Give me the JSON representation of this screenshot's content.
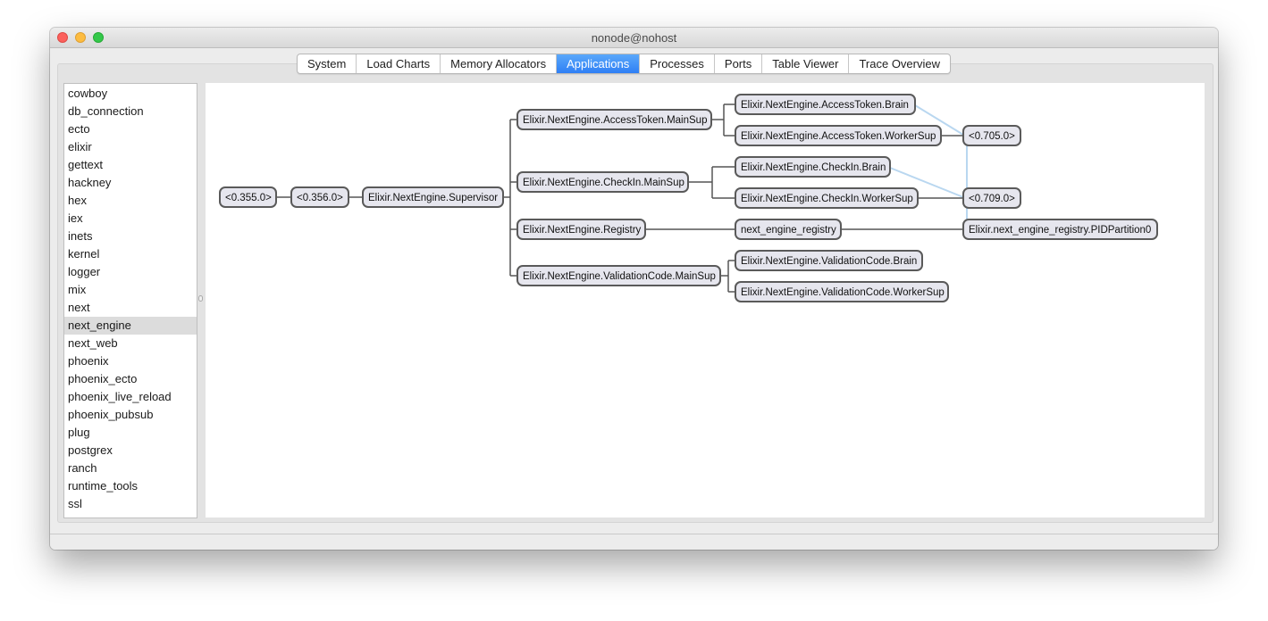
{
  "window": {
    "title": "nonode@nohost"
  },
  "tabs": [
    "System",
    "Load Charts",
    "Memory Allocators",
    "Applications",
    "Processes",
    "Ports",
    "Table Viewer",
    "Trace Overview"
  ],
  "active_tab": "Applications",
  "applications": [
    "cowboy",
    "db_connection",
    "ecto",
    "elixir",
    "gettext",
    "hackney",
    "hex",
    "iex",
    "inets",
    "kernel",
    "logger",
    "mix",
    "next",
    "next_engine",
    "next_web",
    "phoenix",
    "phoenix_ecto",
    "phoenix_live_reload",
    "phoenix_pubsub",
    "plug",
    "postgrex",
    "ranch",
    "runtime_tools",
    "ssl"
  ],
  "selected_application": "next_engine",
  "tree": {
    "nodes": {
      "root": "<0.355.0>",
      "app_master": "<0.356.0>",
      "supervisor": "Elixir.NextEngine.Supervisor",
      "accesstoken_mainsup": "Elixir.NextEngine.AccessToken.MainSup",
      "checkin_mainsup": "Elixir.NextEngine.CheckIn.MainSup",
      "registry": "Elixir.NextEngine.Registry",
      "validationcode_mainsup": "Elixir.NextEngine.ValidationCode.MainSup",
      "accesstoken_brain": "Elixir.NextEngine.AccessToken.Brain",
      "accesstoken_workersup": "Elixir.NextEngine.AccessToken.WorkerSup",
      "checkin_brain": "Elixir.NextEngine.CheckIn.Brain",
      "checkin_workersup": "Elixir.NextEngine.CheckIn.WorkerSup",
      "next_engine_registry": "next_engine_registry",
      "validationcode_brain": "Elixir.NextEngine.ValidationCode.Brain",
      "validationcode_workersup": "Elixir.NextEngine.ValidationCode.WorkerSup",
      "pid_705": "<0.705.0>",
      "pid_709": "<0.709.0>",
      "pidpartition": "Elixir.next_engine_registry.PIDPartition0"
    },
    "links": [
      [
        "root",
        "app_master"
      ],
      [
        "app_master",
        "supervisor"
      ],
      [
        "supervisor",
        "accesstoken_mainsup"
      ],
      [
        "supervisor",
        "checkin_mainsup"
      ],
      [
        "supervisor",
        "registry"
      ],
      [
        "supervisor",
        "validationcode_mainsup"
      ],
      [
        "accesstoken_mainsup",
        "accesstoken_brain"
      ],
      [
        "accesstoken_mainsup",
        "accesstoken_workersup"
      ],
      [
        "checkin_mainsup",
        "checkin_brain"
      ],
      [
        "checkin_mainsup",
        "checkin_workersup"
      ],
      [
        "registry",
        "next_engine_registry"
      ],
      [
        "validationcode_mainsup",
        "validationcode_brain"
      ],
      [
        "validationcode_mainsup",
        "validationcode_workersup"
      ],
      [
        "accesstoken_workersup",
        "pid_705"
      ],
      [
        "checkin_workersup",
        "pid_709"
      ],
      [
        "next_engine_registry",
        "pidpartition"
      ]
    ],
    "secondary_links": [
      [
        "accesstoken_brain",
        "pid_705"
      ],
      [
        "checkin_brain",
        "pid_709"
      ],
      [
        "pid_705",
        "pid_709"
      ],
      [
        "pid_709",
        "pidpartition"
      ]
    ],
    "colors": {
      "node_fill": "#e6e6ee",
      "node_border": "#5a5a5a",
      "link": "#555555",
      "secondary_link": "#b9d7f0"
    }
  }
}
